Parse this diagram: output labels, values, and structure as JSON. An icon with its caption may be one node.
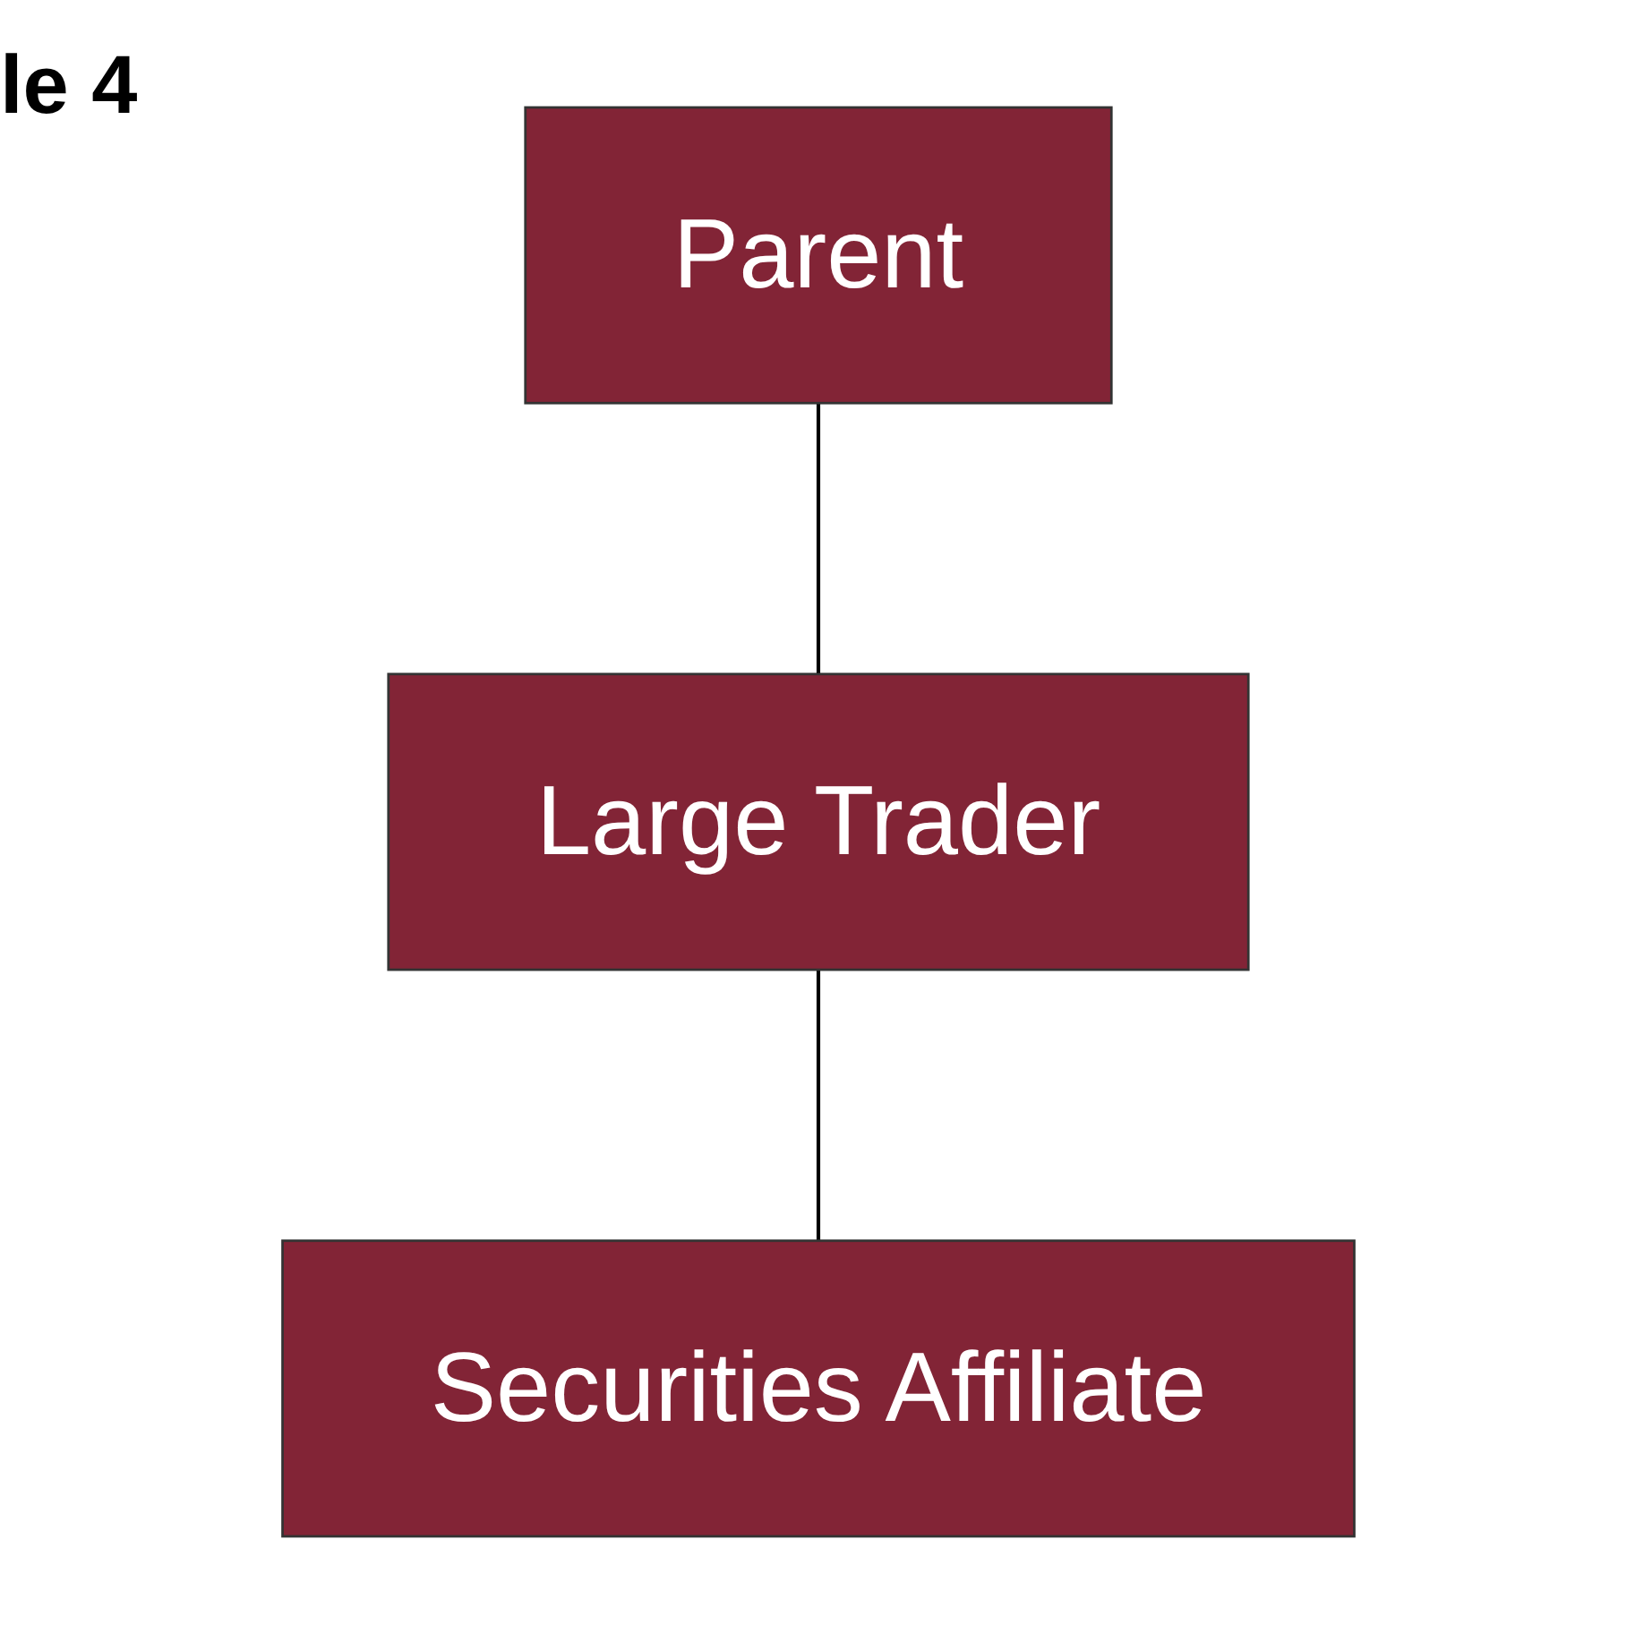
{
  "diagram": {
    "title": "le 4",
    "nodes": [
      {
        "text": [
          "Parent"
        ]
      },
      {
        "text": [
          "Large Trader"
        ]
      },
      {
        "text": [
          "Securities Affiliate"
        ]
      }
    ],
    "edges": [
      {
        "from": 0,
        "to": 1,
        "arrow": "none"
      },
      {
        "from": 1,
        "to": 2,
        "arrow": "none"
      }
    ]
  }
}
